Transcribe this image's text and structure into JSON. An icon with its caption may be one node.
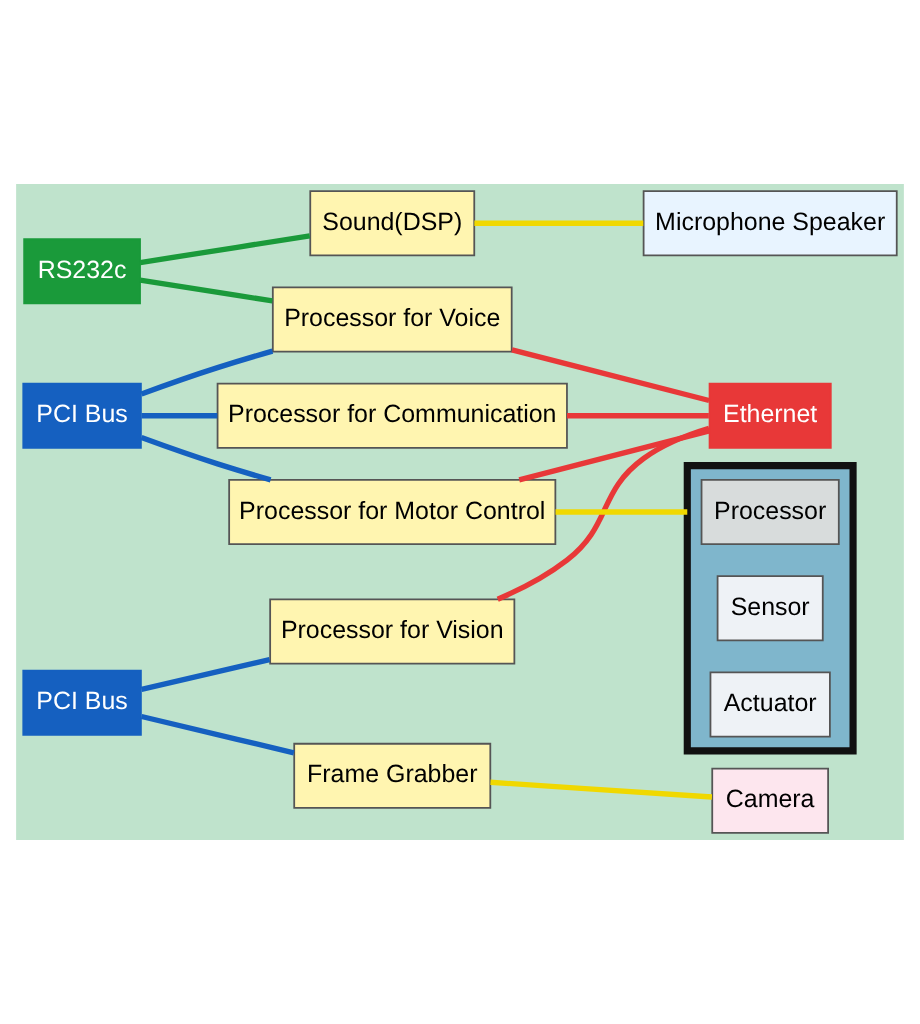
{
  "diagram": {
    "nodes": [
      {
        "text": [
          "RS232c"
        ]
      },
      {
        "text": [
          "Sound(DSP)"
        ]
      },
      {
        "text": [
          "Microphone Speaker"
        ]
      },
      {
        "text": [
          "PCI Bus"
        ]
      },
      {
        "text": [
          "Frame Grabber"
        ]
      },
      {
        "text": [
          "Camera"
        ]
      },
      {
        "text": [
          "Processor for Vision"
        ]
      },
      {
        "text": [
          "Processor for Voice"
        ]
      },
      {
        "text": [
          "Ethernet"
        ]
      },
      {
        "text": [
          "PCI Bus"
        ]
      },
      {
        "text": [
          "Processor for Communication"
        ]
      },
      {
        "text": [
          "Processor for Motor Control"
        ]
      },
      {
        "text": [],
        "shape": "box"
      },
      {
        "text": [
          "Processor"
        ],
        "in": 12
      },
      {
        "text": [
          "Sensor"
        ],
        "in": 12
      },
      {
        "text": [
          "Actuator"
        ],
        "in": 12
      }
    ],
    "edges": [
      {
        "from": 0,
        "to": 1,
        "arrow": "none",
        "color": "#1a9a3a"
      },
      {
        "from": 1,
        "to": 2,
        "arrow": "none",
        "color": "#f0d800"
      },
      {
        "from": 3,
        "to": 4,
        "arrow": "none"
      },
      {
        "from": 4,
        "to": 5,
        "arrow": "none",
        "color": "#f0d800"
      },
      {
        "from": 3,
        "to": 6,
        "arrow": "none"
      },
      {
        "from": 6,
        "to": 8,
        "arrow": "none",
        "color": "#e83838"
      },
      {
        "from": 0,
        "to": 7,
        "arrow": "none",
        "color": "#1a9a3a"
      },
      {
        "from": 9,
        "to": 7,
        "arrow": "none"
      },
      {
        "from": 7,
        "to": 8,
        "arrow": "none",
        "color": "#e83838"
      },
      {
        "from": 9,
        "to": 10,
        "arrow": "none"
      },
      {
        "from": 10,
        "to": 8,
        "arrow": "none",
        "color": "#e83838"
      },
      {
        "from": 9,
        "to": 11,
        "arrow": "none"
      },
      {
        "from": 11,
        "to": 8,
        "arrow": "none",
        "color": "#e83838"
      },
      {
        "from": 11,
        "to": 12,
        "arrow": "none",
        "color": "#f0d800"
      }
    ]
  }
}
